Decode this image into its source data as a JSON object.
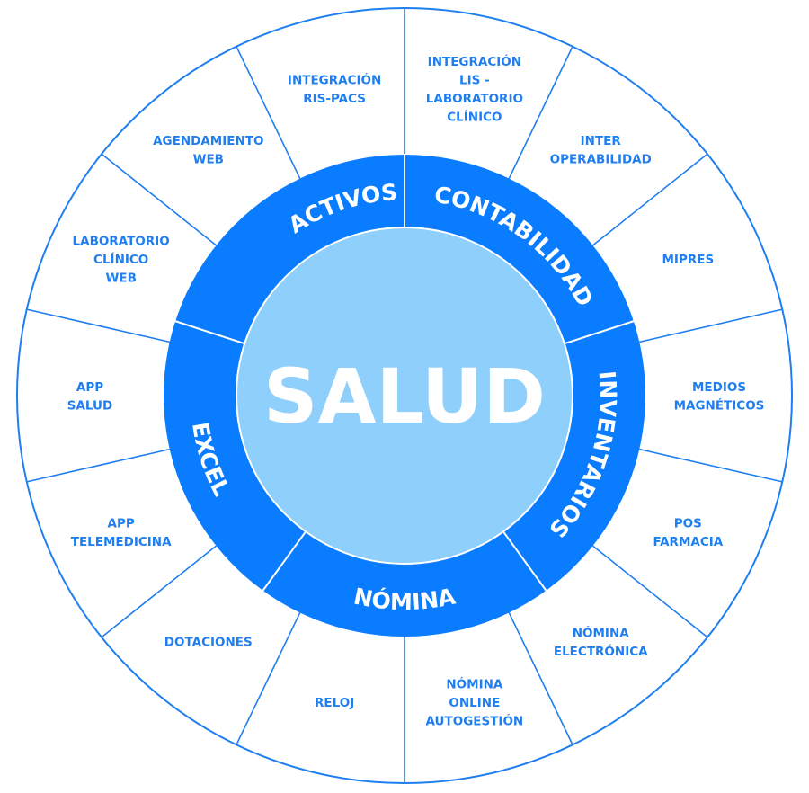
{
  "center": {
    "title": "SALUD"
  },
  "colors": {
    "ring": "#0a7cff",
    "center": "#8fcffc",
    "outline": "#1f7ef0",
    "text": "#1f7ef0"
  },
  "ring": [
    {
      "label": "ACTIVOS"
    },
    {
      "label": "CONTABILIDAD"
    },
    {
      "label": "INVENTARIOS"
    },
    {
      "label": "NÓMINA"
    },
    {
      "label": "EXCEL"
    }
  ],
  "outer": [
    {
      "lines": [
        "INTEGRACIÓN",
        "RIS-PACS"
      ]
    },
    {
      "lines": [
        "INTEGRACIÓN",
        "LIS -",
        "LABORATORIO",
        "CLÍNICO"
      ]
    },
    {
      "lines": [
        "INTER",
        "OPERABILIDAD"
      ]
    },
    {
      "lines": [
        "MIPRES"
      ]
    },
    {
      "lines": [
        "MEDIOS",
        "MAGNÉTICOS"
      ]
    },
    {
      "lines": [
        "POS",
        "FARMACIA"
      ]
    },
    {
      "lines": [
        "NÓMINA",
        "ELECTRÓNICA"
      ]
    },
    {
      "lines": [
        "NÓMINA",
        "ONLINE",
        "AUTOGESTIÓN"
      ]
    },
    {
      "lines": [
        "RELOJ"
      ]
    },
    {
      "lines": [
        "DOTACIONES"
      ]
    },
    {
      "lines": [
        "APP",
        "TELEMEDICINA"
      ]
    },
    {
      "lines": [
        "APP",
        "SALUD"
      ]
    },
    {
      "lines": [
        "LABORATORIO",
        "CLÍNICO",
        "WEB"
      ]
    },
    {
      "lines": [
        "AGENDAMIENTO",
        "WEB"
      ]
    }
  ]
}
